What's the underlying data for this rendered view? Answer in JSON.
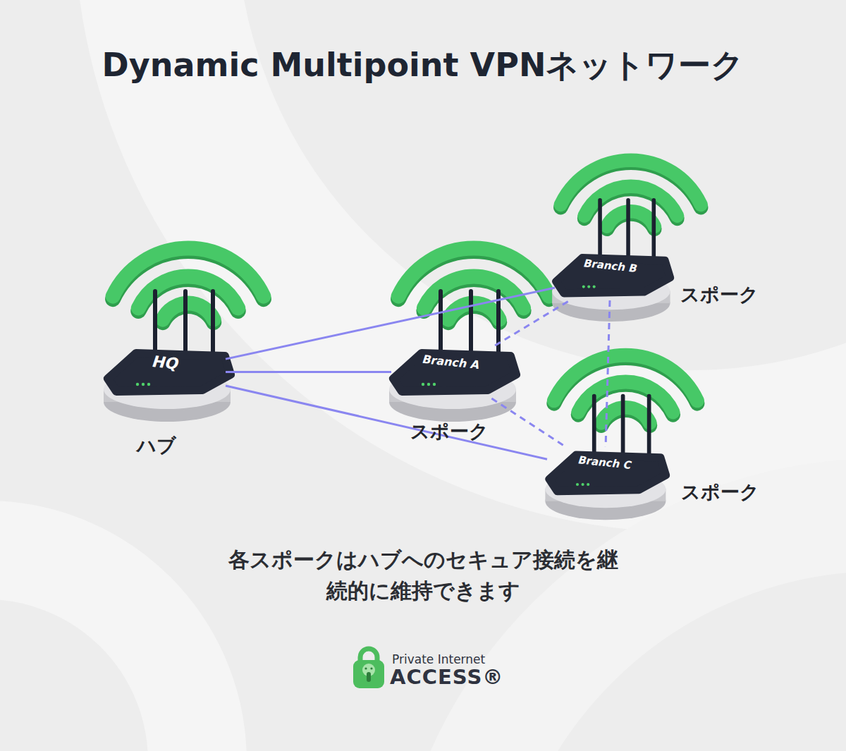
{
  "diagram": {
    "title": "Dynamic Multipoint VPNネットワーク",
    "caption": "各スポークはハブへのセキュア接続を継続的に維持できます",
    "nodes": [
      {
        "text": [
          "HQ",
          "ハブ"
        ]
      },
      {
        "text": [
          "Branch A",
          "スポーク"
        ]
      },
      {
        "text": [
          "Branch B",
          "スポーク"
        ]
      },
      {
        "text": [
          "Branch C",
          "スポーク"
        ]
      }
    ],
    "edges": [
      {
        "from": 0,
        "to": 2,
        "arrow": "none"
      },
      {
        "from": 0,
        "to": 1,
        "arrow": "none"
      },
      {
        "from": 0,
        "to": 3,
        "arrow": "none"
      },
      {
        "from": 1,
        "to": 2,
        "arrow": "none"
      },
      {
        "from": 1,
        "to": 3,
        "arrow": "none"
      },
      {
        "from": 2,
        "to": 3,
        "arrow": "none"
      }
    ],
    "labels": [
      "Private Internet",
      "ACCESS®"
    ]
  }
}
